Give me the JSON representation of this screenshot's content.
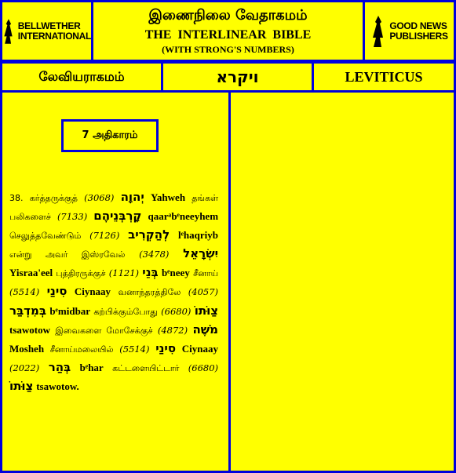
{
  "header": {
    "left_logo": [
      "BELLWETHER",
      "INTERNATIONAL"
    ],
    "title_tamil": "இணைநிலை வேதாகமம்",
    "title_english": "THE  INTERLINEAR  BIBLE",
    "subtitle": "(WITH STRONG'S NUMBERS)",
    "right_logo": [
      "GOOD NEWS",
      "PUBLISHERS"
    ]
  },
  "book": {
    "tamil": "லேவியராகமம்",
    "hebrew": "ויקרא",
    "english": "LEVITICUS"
  },
  "chapter_label": "7 அதிகாரம்",
  "verse": {
    "number": "38.",
    "words": [
      {
        "ta": "கர்த்தருக்குத்",
        "num": "(3068)",
        "heb": "יְהוָה",
        "tr": "Yahweh"
      },
      {
        "ta": "தங்கள் பலிகளைச்",
        "num": "(7133)",
        "heb": "קָרְבְּנֵיהֶם",
        "tr": "qaarᵃbᵉneeyhem"
      },
      {
        "ta": "செலுத்தவேண்டும்",
        "num": "(7126)",
        "heb": "לְהַקְרִיב",
        "tr": "lᵉhaqriyb"
      },
      {
        "ta": "என்று அவர் இஸ்ரவேல்",
        "num": "(3478)",
        "heb": "יִשְׂרָאֵל",
        "tr": "Yisraa'eel"
      },
      {
        "ta": "புத்திரருக்குச்",
        "num": "(1121)",
        "heb": "בְּנֵי",
        "tr": "bᵉneey"
      },
      {
        "ta": "சீனாய்",
        "num": "(5514)",
        "heb": "סִינַי",
        "tr": "Ciynaay"
      },
      {
        "ta": "வனாந்தரத்திலே",
        "num": "(4057)",
        "heb": "בְּמִדְבַּר",
        "tr": "bᵉmidbar"
      },
      {
        "ta": "கற்பிக்கும்போது",
        "num": "(6680)",
        "heb": "צַוֹּתוֹ",
        "tr": "tsawotow"
      },
      {
        "ta": "இவைகளை மோசேக்குச்",
        "num": "(4872)",
        "heb": "מֹשֶׁה",
        "tr": "Mosheh"
      },
      {
        "ta": "சீனாய்மலையில்",
        "num": "(5514)",
        "heb": "סִינַי",
        "tr": "Ciynaay"
      },
      {
        "ta": "",
        "num": "(2022)",
        "heb": "בְּהַר",
        "tr": "bᵉhar"
      },
      {
        "ta": "கட்டளையிட்டார்",
        "num": "(6680)",
        "heb": "צַוֹּתוֹ",
        "tr": "tsawotow."
      }
    ]
  },
  "colors": {
    "background": "#ffff00",
    "border": "#0000dd"
  }
}
